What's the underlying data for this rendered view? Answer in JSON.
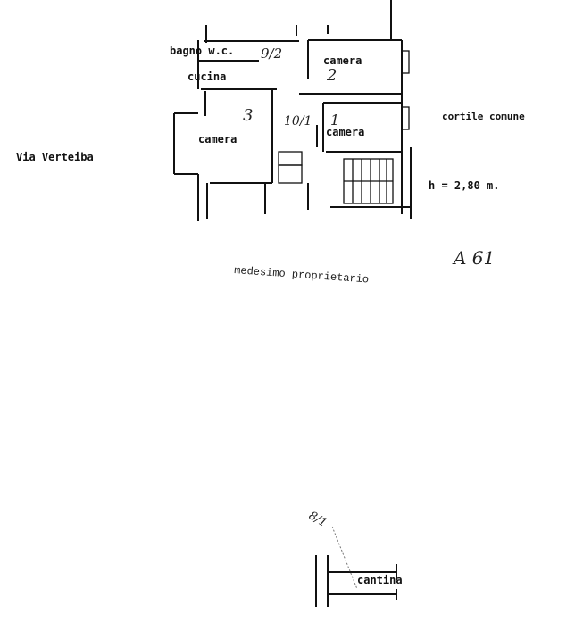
{
  "plan": {
    "rooms": {
      "bagno": "bagno w.c.",
      "cucina": "cucina",
      "camera_left": "camera",
      "camera_top_right": "camera",
      "camera_mid_right": "camera",
      "cantina": "cantina"
    },
    "street": "Via Verteiba",
    "courtyard": "cortile comune",
    "height": "h = 2,80 m.",
    "sheet_code": "A 61",
    "adjacent": "medesimo proprietario",
    "handwritten": {
      "sub1": "9/2",
      "sub2": "10/1",
      "n1": "1",
      "n2": "2",
      "n3": "3",
      "cantina_ref": "8/1"
    }
  }
}
